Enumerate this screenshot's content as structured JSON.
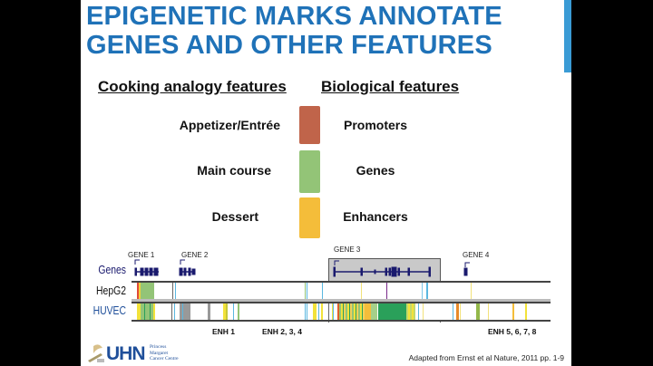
{
  "slide": {
    "title_line1": "EPIGENETIC MARKS ANNOTATE",
    "title_line2": "GENES AND OTHER FEATURES",
    "accent_color": "#3a9bd5",
    "title_color": "#1f72b8"
  },
  "columns": {
    "left_header": "Cooking analogy features",
    "right_header": "Biological features"
  },
  "rows": [
    {
      "cooking": "Appetizer/Entrée",
      "biological": "Promoters",
      "color": "#c0644a"
    },
    {
      "cooking": "Main course",
      "biological": "Genes",
      "color": "#93c477"
    },
    {
      "cooking": "Dessert",
      "biological": "Enhancers",
      "color": "#f4bd3a"
    }
  ],
  "genome_browser": {
    "gene_labels": [
      "GENE 1",
      "GENE 2",
      "GENE 3",
      "GENE 4"
    ],
    "track_labels": {
      "genes": "Genes",
      "hepg2": "HepG2",
      "huvec": "HUVEC"
    },
    "enhancer_labels": [
      "ENH 1",
      "ENH 2, 3, 4",
      "ENH 5, 6, 7, 8"
    ]
  },
  "footer": {
    "logo_text": "UHN",
    "logo_sub1": "Princess",
    "logo_sub2": "Margaret",
    "logo_sub3": "Cancer Centre",
    "credit": "Adapted from Ernst et al Nature, 2011 pp. 1-9"
  }
}
